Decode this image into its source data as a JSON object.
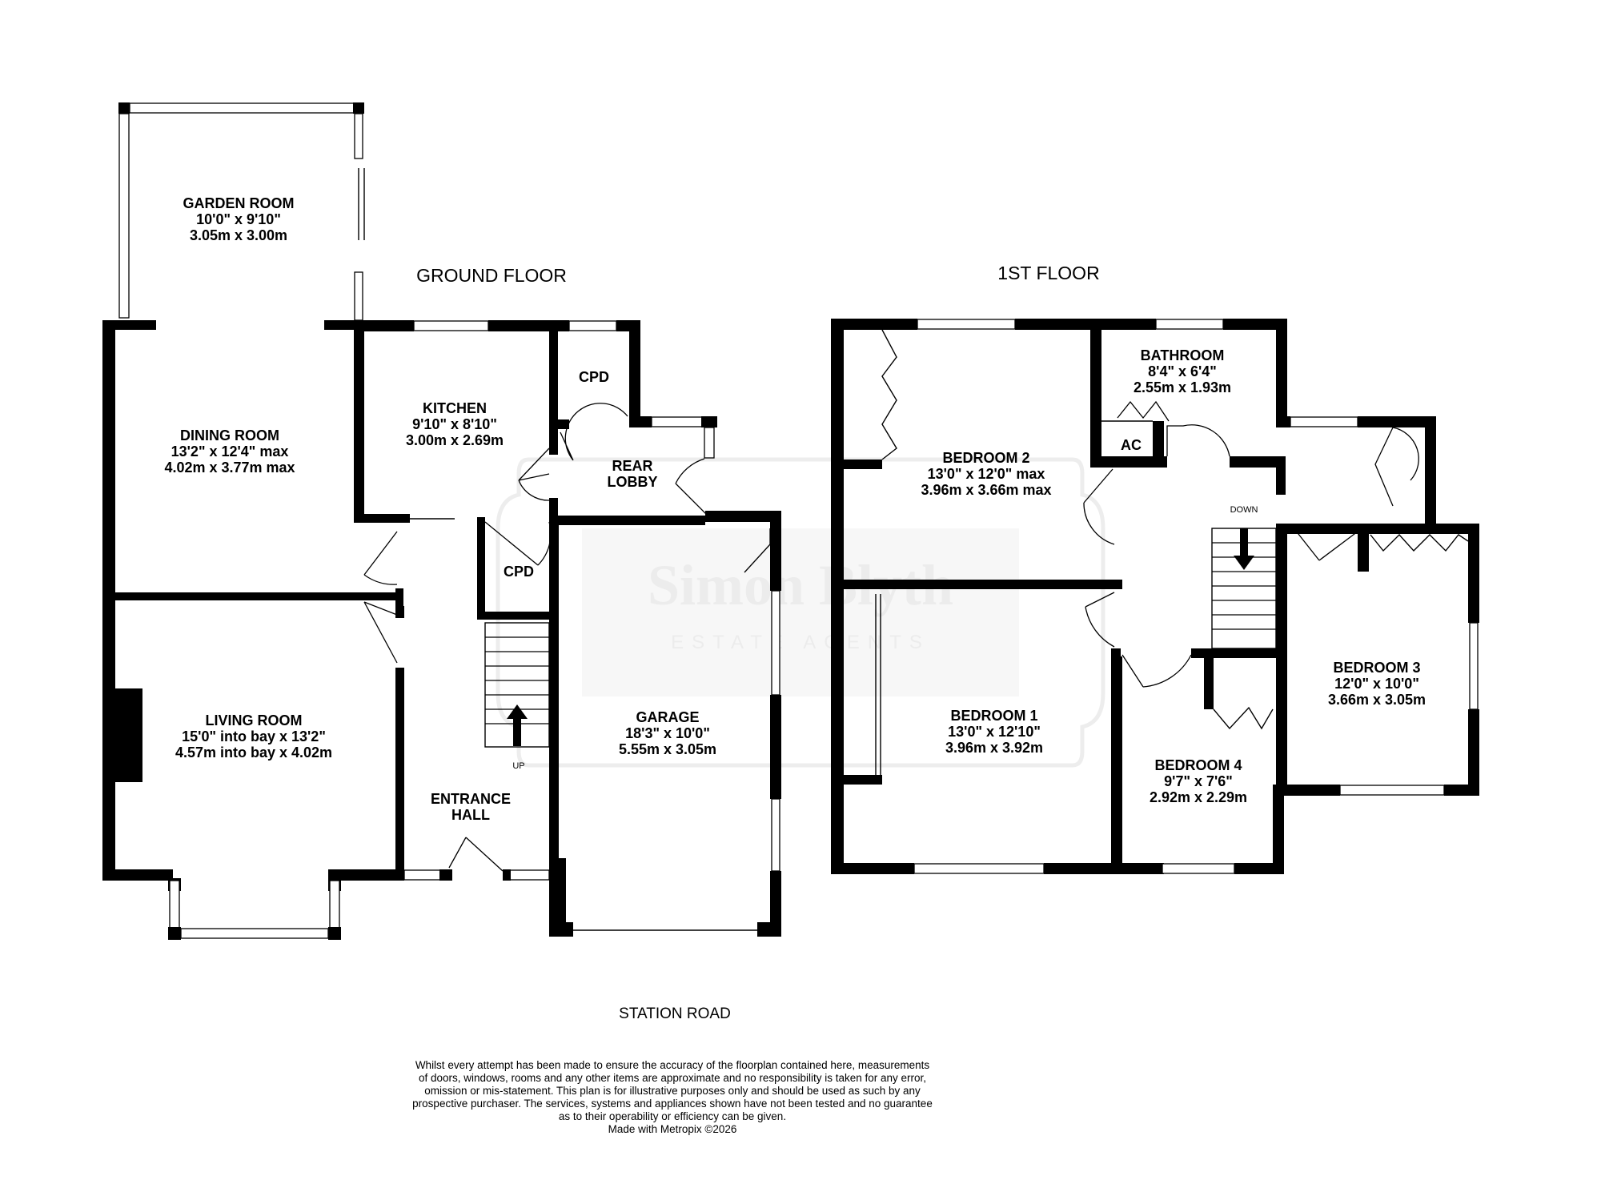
{
  "floors": {
    "ground": "GROUND FLOOR",
    "first": "1ST FLOOR"
  },
  "rooms": {
    "garden_room": {
      "name": "GARDEN ROOM",
      "imperial": "10'0\"  x 9'10\"",
      "metric": "3.05m  x 3.00m"
    },
    "dining_room": {
      "name": "DINING ROOM",
      "imperial": "13'2\"  x 12'4\" max",
      "metric": "4.02m  x 3.77m max"
    },
    "kitchen": {
      "name": "KITCHEN",
      "imperial": "9'10\"  x 8'10\"",
      "metric": "3.00m  x 2.69m"
    },
    "cpd_upper": {
      "name": "CPD"
    },
    "rear_lobby": {
      "line1": "REAR",
      "line2": "LOBBY"
    },
    "cpd_lower": {
      "name": "CPD"
    },
    "living_room": {
      "name": "LIVING ROOM",
      "imperial": "15'0\" into bay x 13'2\"",
      "metric": "4.57m into bay x 4.02m"
    },
    "garage": {
      "name": "GARAGE",
      "imperial": "18'3\"  x 10'0\"",
      "metric": "5.55m  x 3.05m"
    },
    "entrance_hall": {
      "line1": "ENTRANCE",
      "line2": "HALL"
    },
    "bedroom2": {
      "name": "BEDROOM 2",
      "imperial": "13'0\"  x 12'0\" max",
      "metric": "3.96m  x 3.66m max"
    },
    "bathroom": {
      "name": "BATHROOM",
      "imperial": "8'4\"  x 6'4\"",
      "metric": "2.55m  x 1.93m"
    },
    "ac": {
      "name": "AC"
    },
    "bedroom1": {
      "name": "BEDROOM 1",
      "imperial": "13'0\"  x 12'10\"",
      "metric": "3.96m  x 3.92m"
    },
    "bedroom3": {
      "name": "BEDROOM 3",
      "imperial": "12'0\"  x 10'0\"",
      "metric": "3.66m  x 3.05m"
    },
    "bedroom4": {
      "name": "BEDROOM 4",
      "imperial": "9'7\"  x 7'6\"",
      "metric": "2.92m  x 2.29m"
    }
  },
  "stairs": {
    "up": "UP",
    "down": "DOWN"
  },
  "road": "STATION ROAD",
  "watermark": {
    "name": "Simon Blyth",
    "sub": "ESTATE AGENTS"
  },
  "disclaimer": [
    "Whilst every attempt has been made to ensure the accuracy of the floorplan contained here, measurements",
    "of doors, windows, rooms and any other items are approximate and no responsibility is taken for any error,",
    "omission or mis-statement. This plan is for illustrative purposes only and should be used as such by any",
    "prospective purchaser. The services, systems and appliances shown have not been tested and no guarantee",
    "as to their operability or efficiency can be given.",
    "Made with Metropix ©2026"
  ]
}
